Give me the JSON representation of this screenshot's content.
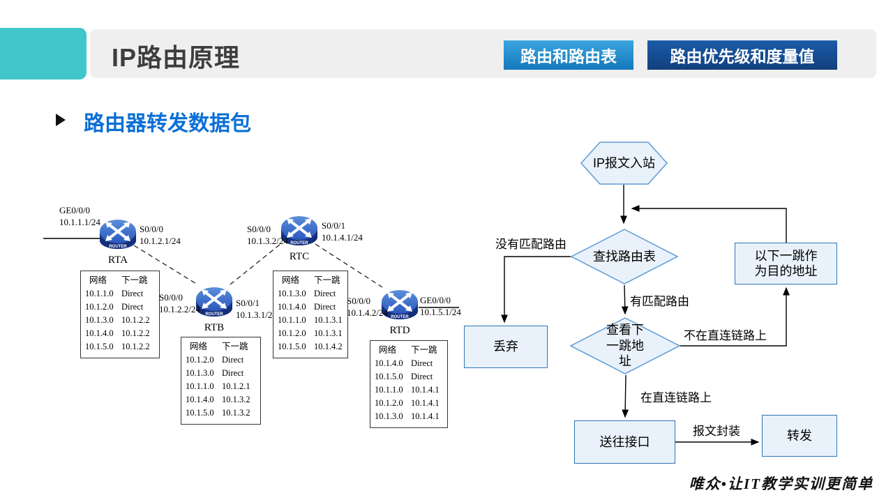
{
  "header": {
    "title": "IP路由原理",
    "tabs": [
      {
        "label": "路由和路由表"
      },
      {
        "label": "路由优先级和度量值"
      }
    ]
  },
  "section": {
    "title": "路由器转发数据包"
  },
  "topology": {
    "router_icon_label": "ROUTER",
    "routers": [
      {
        "name": "RTA",
        "ifaces": [
          {
            "label": "GE0/0/0",
            "addr": "10.1.1.1/24"
          },
          {
            "label": "S0/0/0",
            "addr": "10.1.2.1/24"
          }
        ],
        "table": {
          "headers": [
            "网络",
            "下一跳"
          ],
          "rows": [
            [
              "10.1.1.0",
              "Direct"
            ],
            [
              "10.1.2.0",
              "Direct"
            ],
            [
              "10.1.3.0",
              "10.1.2.2"
            ],
            [
              "10.1.4.0",
              "10.1.2.2"
            ],
            [
              "10.1.5.0",
              "10.1.2.2"
            ]
          ]
        }
      },
      {
        "name": "RTB",
        "ifaces": [
          {
            "label": "S0/0/0",
            "addr": "10.1.2.2/24"
          },
          {
            "label": "S0/0/1",
            "addr": "10.1.3.1/24"
          }
        ],
        "table": {
          "headers": [
            "网络",
            "下一跳"
          ],
          "rows": [
            [
              "10.1.2.0",
              "Direct"
            ],
            [
              "10.1.3.0",
              "Direct"
            ],
            [
              "10.1.1.0",
              "10.1.2.1"
            ],
            [
              "10.1.4.0",
              "10.1.3.2"
            ],
            [
              "10.1.5.0",
              "10.1.3.2"
            ]
          ]
        }
      },
      {
        "name": "RTC",
        "ifaces": [
          {
            "label": "S0/0/0",
            "addr": "10.1.3.2/24"
          },
          {
            "label": "S0/0/1",
            "addr": "10.1.4.1/24"
          }
        ],
        "table": {
          "headers": [
            "网络",
            "下一跳"
          ],
          "rows": [
            [
              "10.1.3.0",
              "Direct"
            ],
            [
              "10.1.4.0",
              "Direct"
            ],
            [
              "10.1.1.0",
              "10.1.3.1"
            ],
            [
              "10.1.2.0",
              "10.1.3.1"
            ],
            [
              "10.1.5.0",
              "10.1.4.2"
            ]
          ]
        }
      },
      {
        "name": "RTD",
        "ifaces": [
          {
            "label": "S0/0/0",
            "addr": "10.1.4.2/24"
          },
          {
            "label": "GE0/0/0",
            "addr": "10.1.5.1/24"
          }
        ],
        "table": {
          "headers": [
            "网络",
            "下一跳"
          ],
          "rows": [
            [
              "10.1.4.0",
              "Direct"
            ],
            [
              "10.1.5.0",
              "Direct"
            ],
            [
              "10.1.1.0",
              "10.1.4.1"
            ],
            [
              "10.1.2.0",
              "10.1.4.1"
            ],
            [
              "10.1.3.0",
              "10.1.4.1"
            ]
          ]
        }
      }
    ]
  },
  "flowchart": {
    "start": "IP报文入站",
    "lookup": "查找路由表",
    "check_nexthop": "查看下一跳地址",
    "discard": "丢弃",
    "use_nexthop": "以下一跳作为目的地址",
    "send_interface": "送往接口",
    "forward": "转发",
    "edge_labels": {
      "no_match": "没有匹配路由",
      "match": "有匹配路由",
      "not_on_link": "不在直连链路上",
      "on_link": "在直连链路上",
      "encapsulate": "报文封装"
    }
  },
  "footer": {
    "watermark": "唯众•让IT教学实训更简单"
  },
  "colors": {
    "accent_teal": "#41C6CA",
    "tab_blue": "#1B87CE",
    "tab_dark_blue": "#154F9A",
    "heading_blue": "#0B6FD6",
    "node_fill": "#E9F2FA",
    "node_border": "#2E74B5",
    "diamond_border": "#5B9BD5"
  }
}
